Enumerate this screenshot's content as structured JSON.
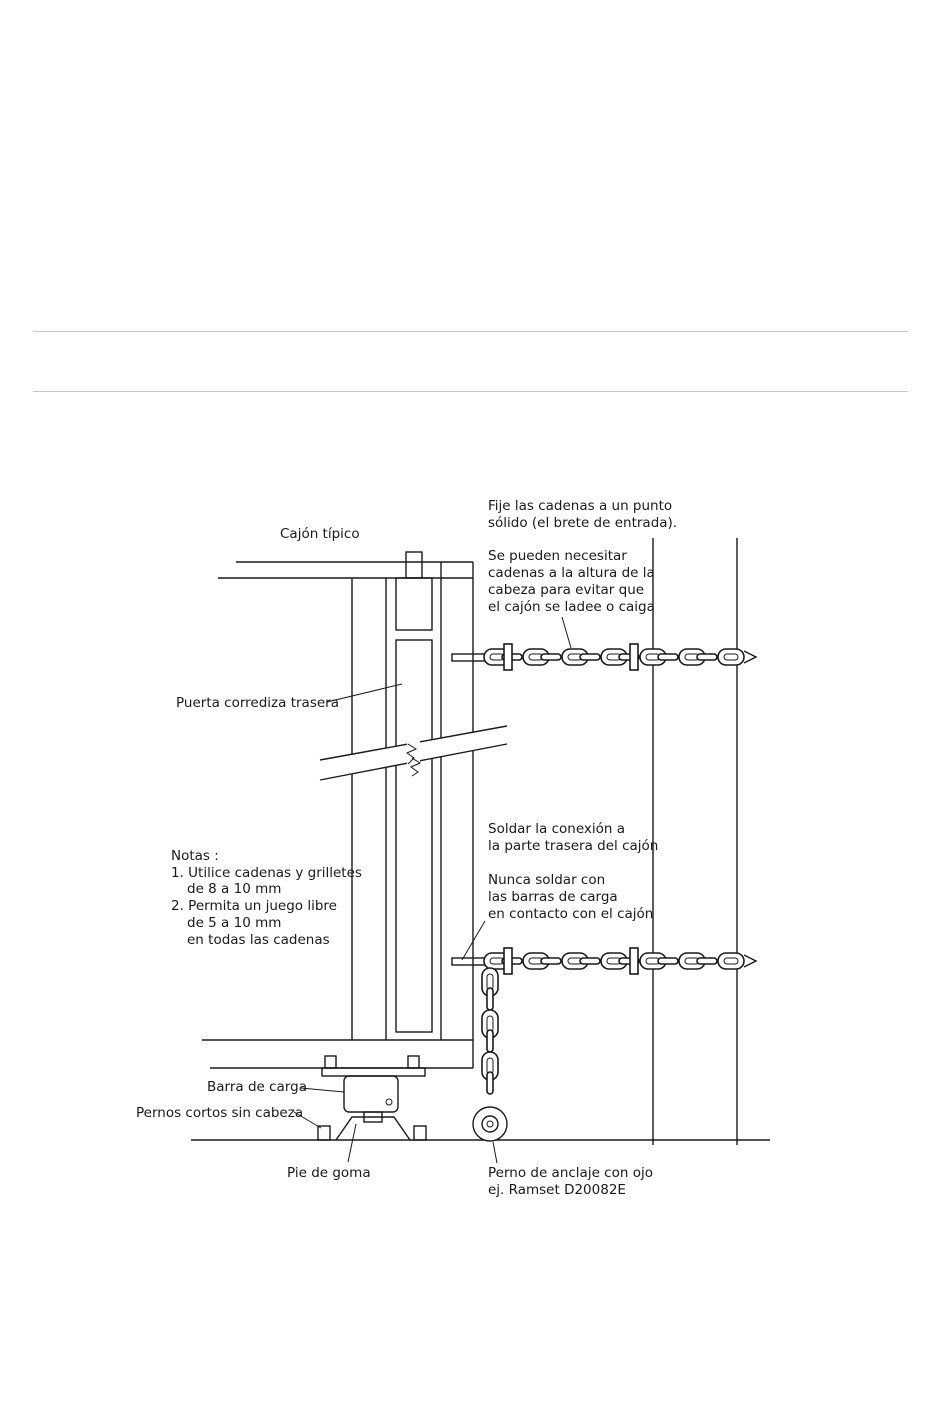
{
  "labels": {
    "cajon_tipico": "Cajón típico",
    "fije_1": "Fije las cadenas a un punto",
    "fije_2": "sólido (el brete de entrada).",
    "necesitar_1": "Se pueden necesitar",
    "necesitar_2": "cadenas a la altura de la",
    "necesitar_3": "cabeza para evitar que",
    "necesitar_4": "el cajón se ladee o caiga",
    "puerta": "Puerta corrediza trasera",
    "soldar_1": "Soldar la conexión a",
    "soldar_2": "la parte trasera del cajón",
    "nunca_1": "Nunca soldar con",
    "nunca_2": "las barras de carga",
    "nunca_3": "en contacto con el cajón",
    "notas_title": "Notas :",
    "nota1_1": "1. Utilice cadenas y grilletes",
    "nota1_2": "de 8 a 10 mm",
    "nota2_1": "2. Permita un juego libre",
    "nota2_2": "de 5 a 10 mm",
    "nota2_3": "en todas las cadenas",
    "barra": "Barra de carga",
    "pernos": "Pernos cortos sin cabeza",
    "pie": "Pie de goma",
    "perno_1": "Perno de anclaje con ojo",
    "perno_2": "ej. Ramset D20082E"
  }
}
